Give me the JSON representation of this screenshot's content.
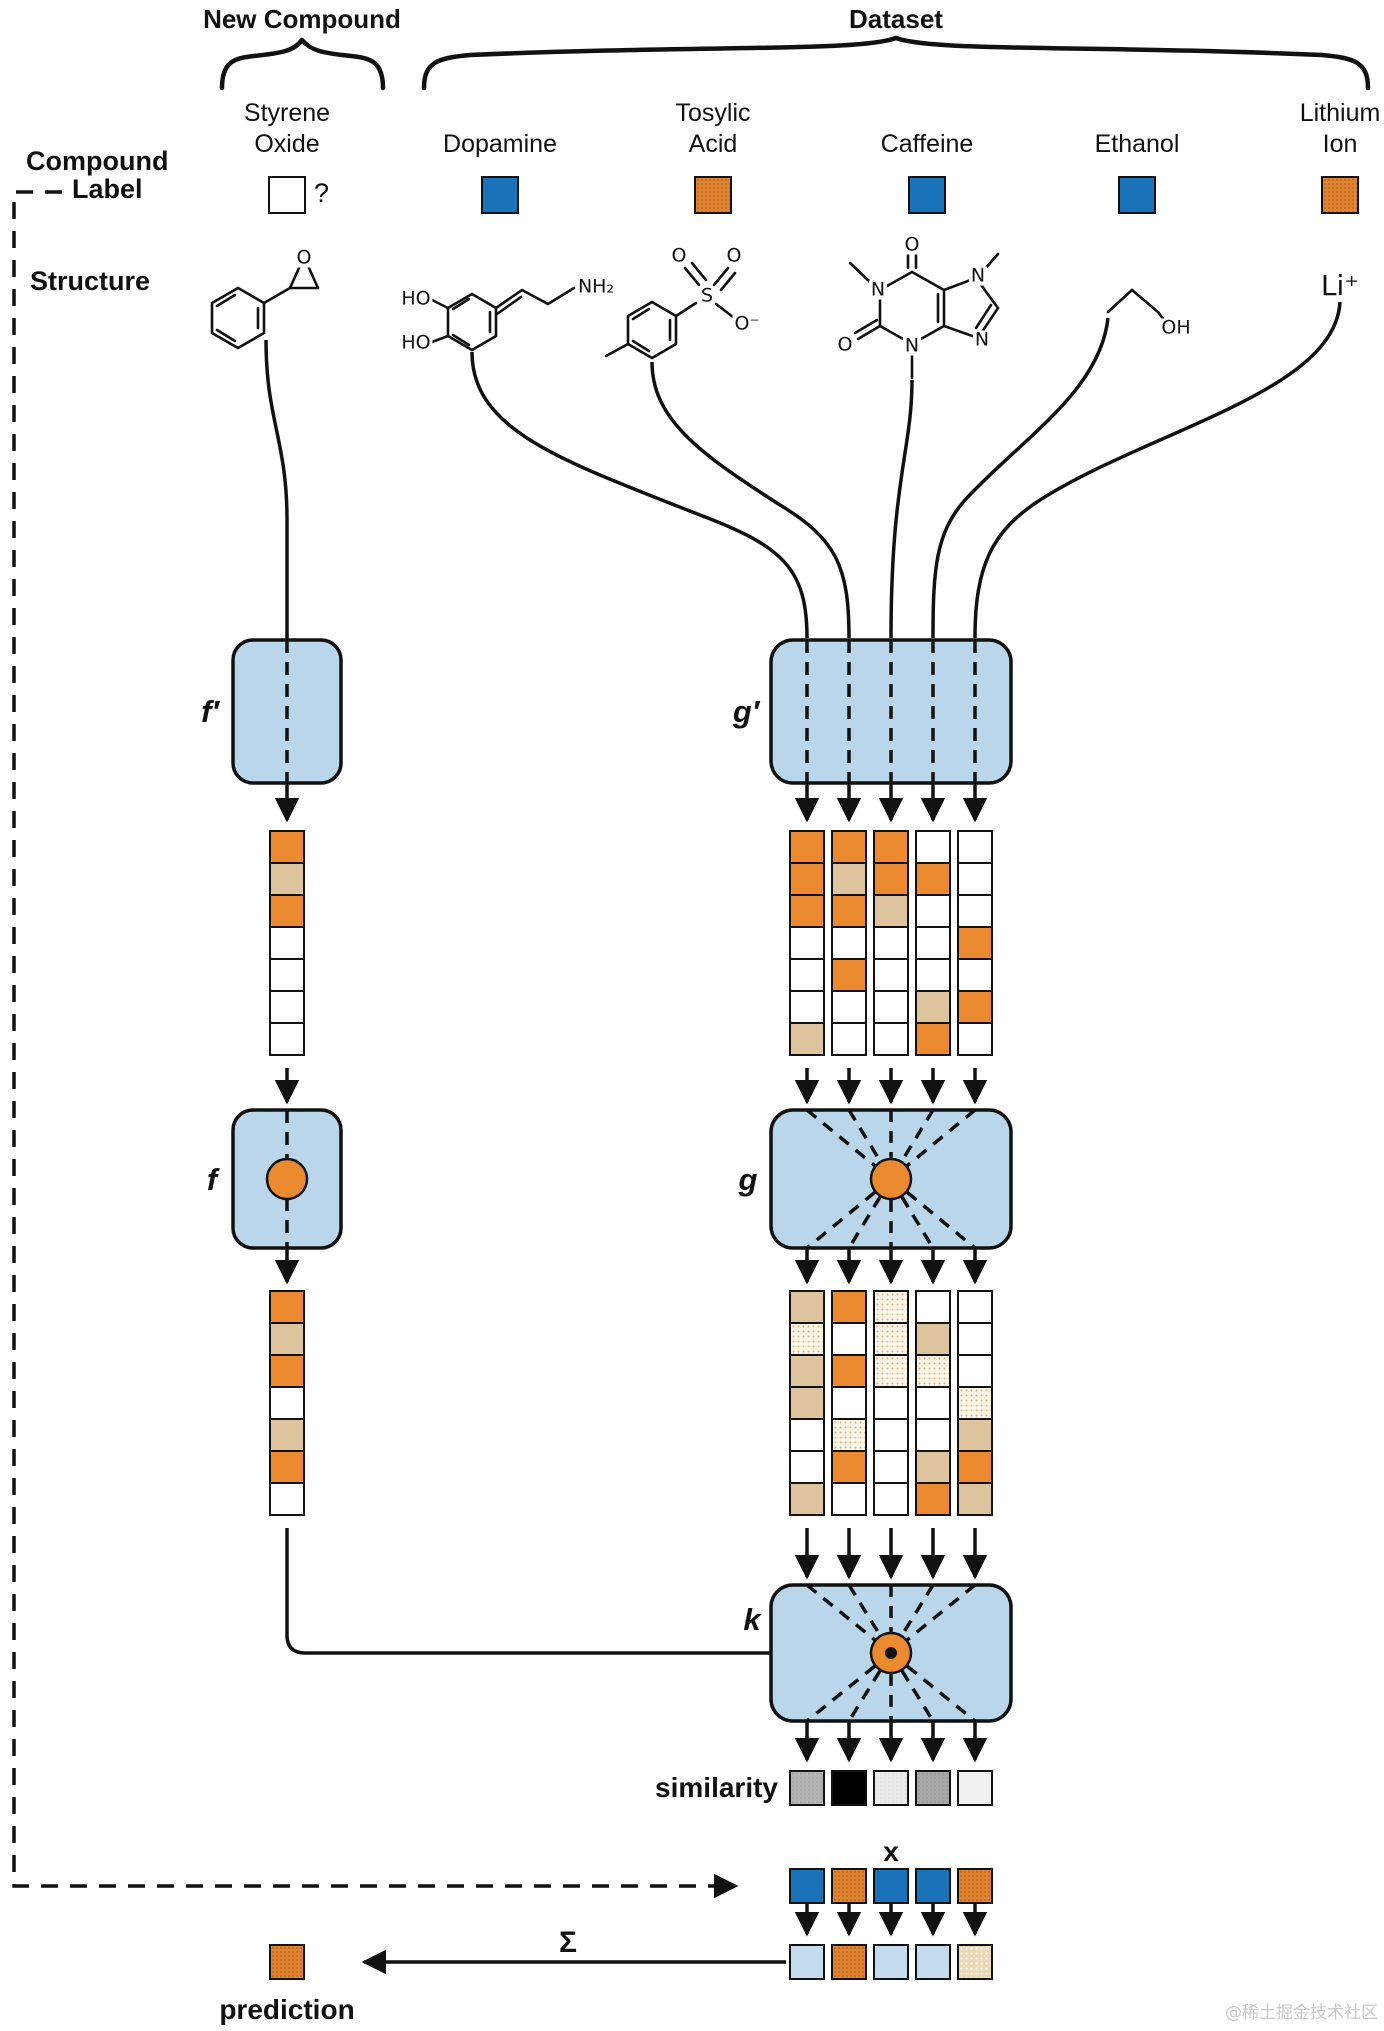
{
  "title_groups": {
    "new_compound": "New Compound",
    "dataset": "Dataset"
  },
  "row_labels": {
    "compound": "Compound",
    "label": "Label",
    "structure": "Structure"
  },
  "compounds": [
    {
      "name_line1": "Styrene",
      "name_line2": "Oxide",
      "label": "?"
    },
    {
      "name_line1": "Dopamine"
    },
    {
      "name_line1": "Tosylic",
      "name_line2": "Acid"
    },
    {
      "name_line1": "Caffeine"
    },
    {
      "name_line1": "Ethanol"
    },
    {
      "name_line1": "Lithium",
      "name_line2": "Ion"
    }
  ],
  "label_colors": [
    "white",
    "blue",
    "orange-dot",
    "blue",
    "blue",
    "orange-dot"
  ],
  "functions": {
    "f_prime": "f′",
    "g_prime": "g′",
    "f": "f",
    "g": "g",
    "k": "k"
  },
  "molecule_text": {
    "o": "O",
    "ho": "HO",
    "nh2": "NH₂",
    "s": "S",
    "o_neg": "O⁻",
    "n": "N",
    "oh": "OH",
    "li": "Li⁺"
  },
  "vectors": {
    "new_fp1": [
      "orange",
      "tan",
      "orange",
      "white",
      "white",
      "white",
      "white"
    ],
    "new_fp2": [
      "orange",
      "tan",
      "orange",
      "white",
      "tan",
      "orange",
      "white"
    ],
    "dataset_fp1": [
      [
        "orange",
        "orange",
        "orange",
        "white",
        "white",
        "white",
        "tan"
      ],
      [
        "orange",
        "tan",
        "orange",
        "white",
        "orange",
        "white",
        "white"
      ],
      [
        "orange",
        "orange",
        "tan",
        "white",
        "white",
        "white",
        "white"
      ],
      [
        "white",
        "orange",
        "white",
        "white",
        "white",
        "tan",
        "orange"
      ],
      [
        "white",
        "white",
        "white",
        "orange",
        "white",
        "orange",
        "white"
      ]
    ],
    "dataset_fp2": [
      [
        "tan",
        "light",
        "tan",
        "tan",
        "white",
        "white",
        "tan"
      ],
      [
        "orange",
        "white",
        "orange",
        "white",
        "light",
        "orange",
        "white"
      ],
      [
        "light",
        "light",
        "light",
        "white",
        "white",
        "white",
        "white"
      ],
      [
        "white",
        "tan",
        "light",
        "white",
        "white",
        "tan",
        "orange"
      ],
      [
        "white",
        "white",
        "white",
        "light",
        "tan",
        "orange",
        "tan"
      ]
    ]
  },
  "similarity_row": [
    "gray-mid",
    "black",
    "gray-faint",
    "gray-mid2",
    "gray-faint2"
  ],
  "label_row": [
    "blue",
    "orange-dot",
    "blue",
    "blue",
    "orange-dot"
  ],
  "result_row": [
    "light-blue",
    "orange-dot",
    "light-blue",
    "light-blue",
    "tan-dot"
  ],
  "annotations": {
    "similarity": "similarity",
    "x": "x",
    "sum": "Σ",
    "prediction": "prediction"
  },
  "colors": {
    "blue": "#1a72b8",
    "orange": "#ec8a2f",
    "tan": "#ddc39e",
    "box_blue": "#b9d6ea",
    "light_blue": "#c5dcee",
    "accent_circle": "#ec8a2f"
  },
  "watermark": "@稀土掘金技术社区"
}
